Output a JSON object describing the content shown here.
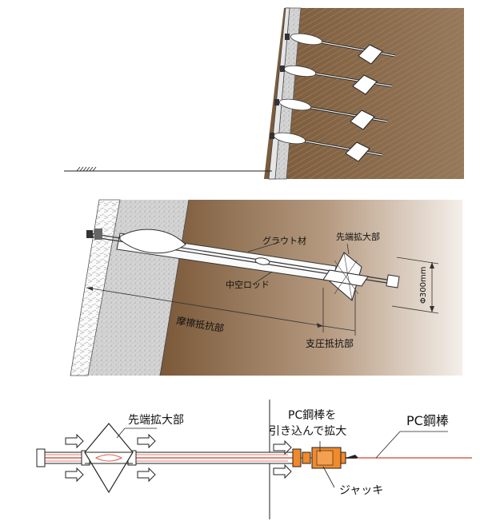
{
  "panel2": {
    "grout_label": "グラウト材",
    "tip_label": "先端拡大部",
    "rod_label": "中空ロッド",
    "diameter_label": "Φ300mm",
    "friction_label": "摩擦抵抗部",
    "bearing_label": "支圧抵抗部"
  },
  "panel3": {
    "tip_label": "先端拡大部",
    "pull_label_line1": "PC鋼棒を",
    "pull_label_line2": "引き込んで拡大",
    "pc_bar_label": "PC鋼棒",
    "jack_label": "ジャッキ"
  },
  "colors": {
    "soil": "#8a6a48",
    "concrete": "#cfcfcf",
    "pc_bar": "#e06050",
    "jack": "#f08a2a"
  }
}
